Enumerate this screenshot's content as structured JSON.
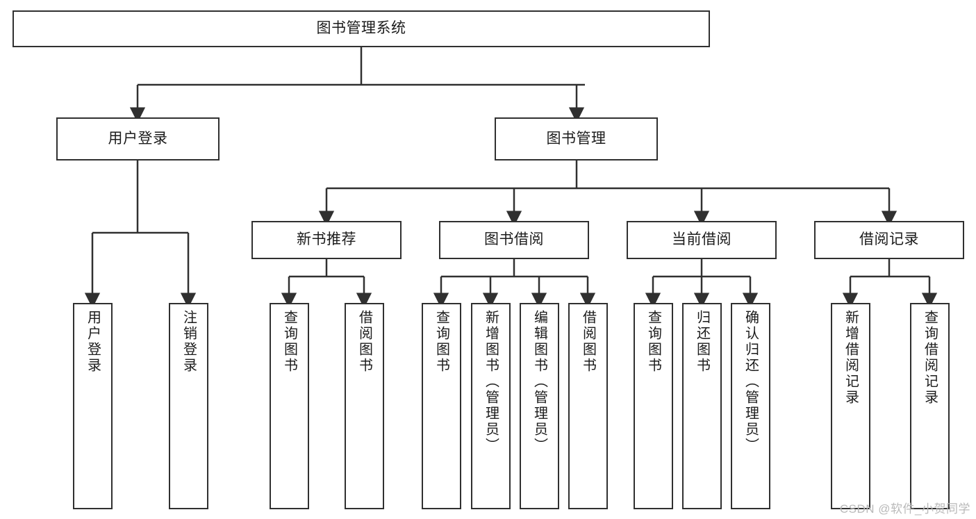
{
  "diagram": {
    "title": "图书管理系统",
    "type": "hierarchy-tree",
    "root": {
      "label": "图书管理系统"
    },
    "level2": [
      {
        "label": "用户登录"
      },
      {
        "label": "图书管理"
      }
    ],
    "level3": [
      {
        "label": "新书推荐"
      },
      {
        "label": "图书借阅"
      },
      {
        "label": "当前借阅"
      },
      {
        "label": "借阅记录"
      }
    ],
    "leaves": [
      {
        "label": "用户登录"
      },
      {
        "label": "注销登录"
      },
      {
        "label": "查询图书"
      },
      {
        "label": "借阅图书"
      },
      {
        "label": "查询图书"
      },
      {
        "label": "新增图书（管理员）"
      },
      {
        "label": "编辑图书（管理员）"
      },
      {
        "label": "借阅图书"
      },
      {
        "label": "查询图书"
      },
      {
        "label": "归还图书"
      },
      {
        "label": "确认归还（管理员）"
      },
      {
        "label": "新增借阅记录"
      },
      {
        "label": "查询借阅记录"
      }
    ],
    "watermark": "CSDN @软件_小贺同学",
    "colors": {
      "stroke": "#303030",
      "background": "#ffffff",
      "text": "#1b1b1b",
      "watermark": "#b9b9b9"
    }
  }
}
